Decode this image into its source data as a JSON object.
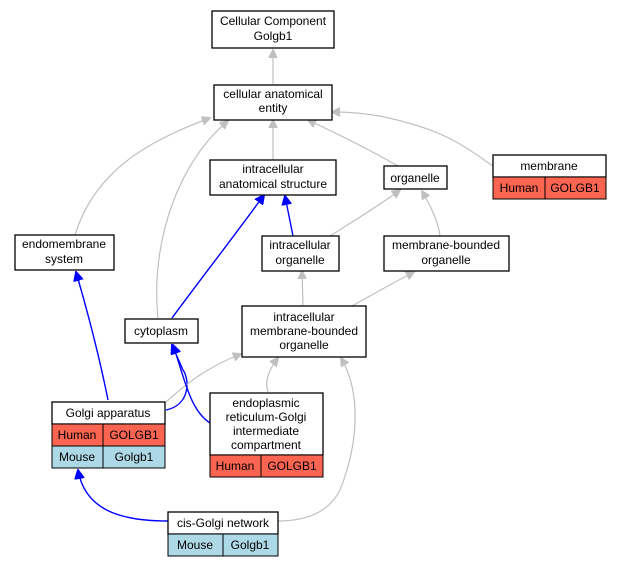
{
  "colors": {
    "human": "#fa6450",
    "mouse": "#add8e6",
    "is_a_edge": "#c0c0c0",
    "part_of_edge": "#0000ff"
  },
  "nodes": {
    "root": {
      "lines": [
        "Cellular Component",
        "Golgb1"
      ]
    },
    "cellular_anatomical_entity": {
      "lines": [
        "cellular anatomical",
        "entity"
      ]
    },
    "intracellular_anatomical_structure": {
      "lines": [
        "intracellular",
        "anatomical structure"
      ]
    },
    "organelle": {
      "lines": [
        "organelle"
      ]
    },
    "membrane": {
      "lines": [
        "membrane"
      ],
      "genes": [
        [
          "Human",
          "GOLGB1"
        ]
      ]
    },
    "endomembrane_system": {
      "lines": [
        "endomembrane",
        "system"
      ]
    },
    "intracellular_organelle": {
      "lines": [
        "intracellular",
        "organelle"
      ]
    },
    "membrane_bounded_organelle": {
      "lines": [
        "membrane-bounded",
        "organelle"
      ]
    },
    "cytoplasm": {
      "lines": [
        "cytoplasm"
      ]
    },
    "intracellular_membrane_bounded_organelle": {
      "lines": [
        "intracellular",
        "membrane-bounded",
        "organelle"
      ]
    },
    "golgi_apparatus": {
      "lines": [
        "Golgi apparatus"
      ],
      "genes": [
        [
          "Human",
          "GOLGB1"
        ],
        [
          "Mouse",
          "Golgb1"
        ]
      ]
    },
    "er_golgi_intermediate": {
      "lines": [
        "endoplasmic",
        "reticulum-Golgi",
        "intermediate",
        "compartment"
      ],
      "genes": [
        [
          "Human",
          "GOLGB1"
        ]
      ]
    },
    "cis_golgi_network": {
      "lines": [
        "cis-Golgi network"
      ],
      "genes": [
        [
          "Mouse",
          "Golgb1"
        ]
      ]
    }
  }
}
